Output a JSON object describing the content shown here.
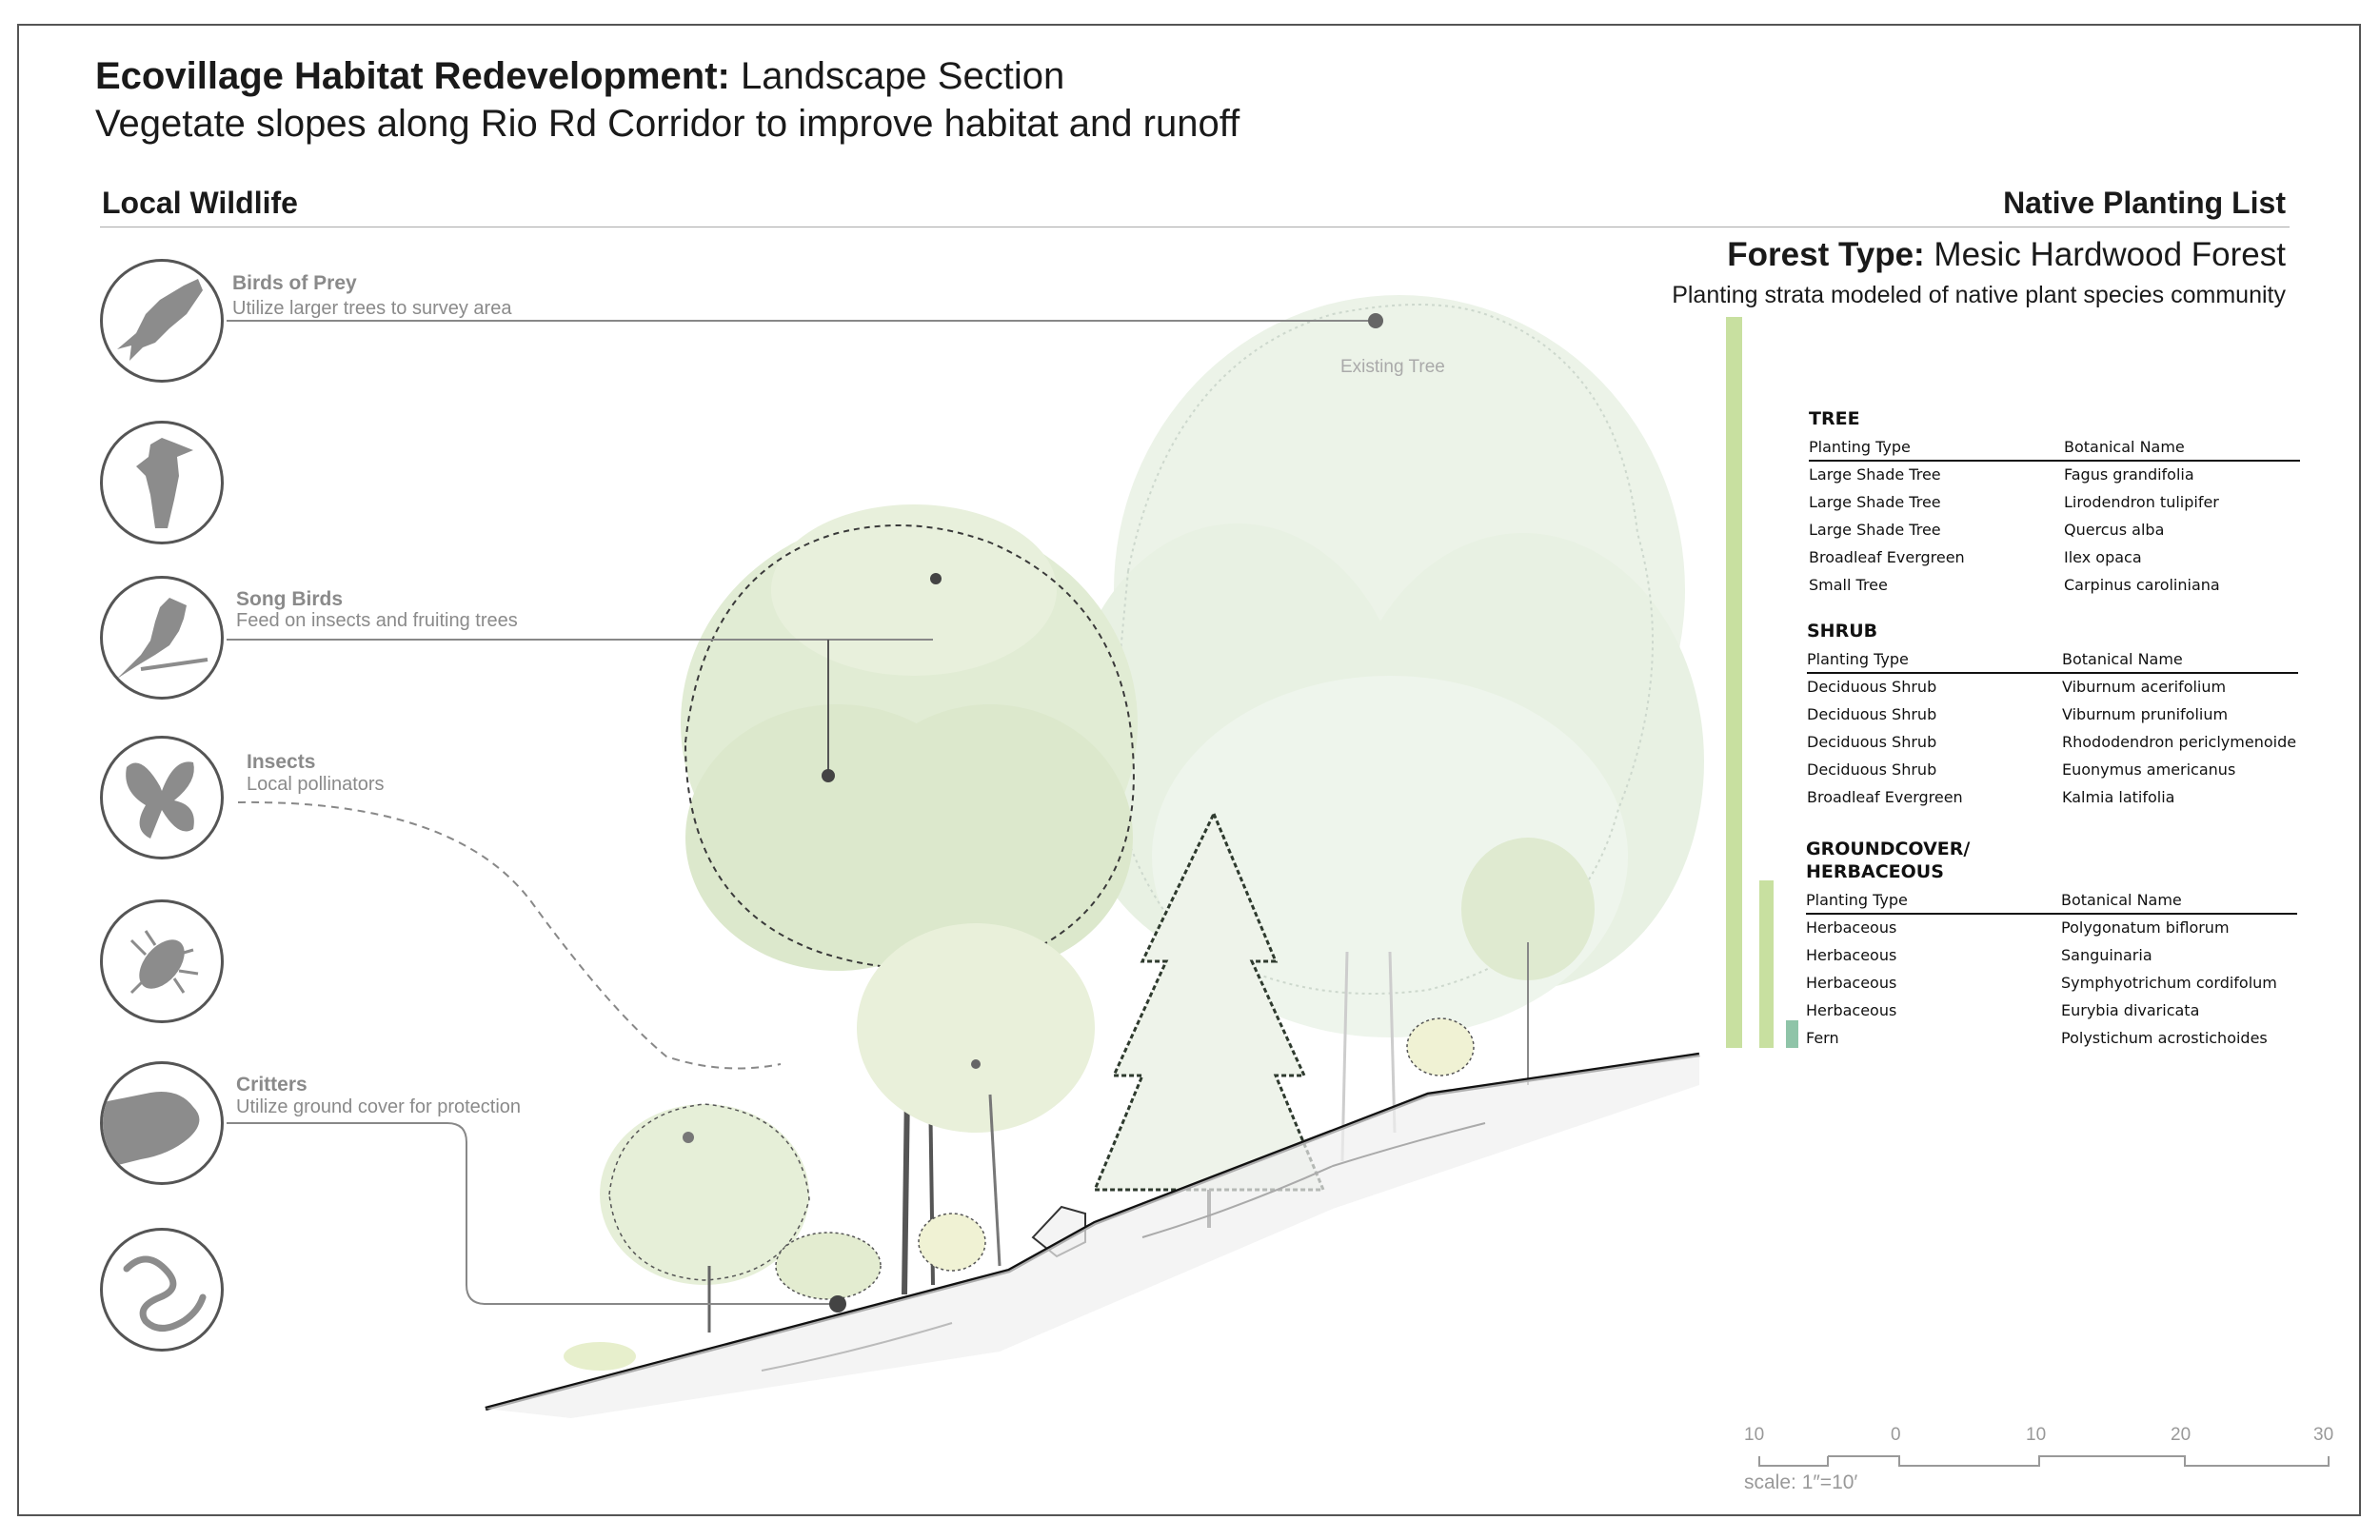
{
  "header": {
    "title_bold": "Ecovillage Habitat Redevelopment:",
    "title_rest": " Landscape Section",
    "subtitle": "Vegetate slopes along Rio Rd Corridor to improve habitat and runoff",
    "left_heading": "Local Wildlife",
    "right_heading": "Native Planting List",
    "forest_type_label": "Forest Type:",
    "forest_type_value": " Mesic Hardwood Forest",
    "strata_note": "Planting strata modeled  of native plant species community"
  },
  "wildlife": [
    {
      "name": "Birds of Prey",
      "desc": "Utilize larger trees to survey area",
      "icon": "hawk-icon"
    },
    {
      "name": "",
      "desc": "",
      "icon": "woodpecker-icon"
    },
    {
      "name": "Song Birds",
      "desc": "Feed on insects and fruiting trees",
      "icon": "songbird-icon"
    },
    {
      "name": "Insects",
      "desc": "Local pollinators",
      "icon": "butterfly-icon"
    },
    {
      "name": "",
      "desc": "",
      "icon": "beetle-icon"
    },
    {
      "name": "Critters",
      "desc": "Utilize ground cover for protection",
      "icon": "frog-icon"
    },
    {
      "name": "",
      "desc": "",
      "icon": "snake-icon"
    }
  ],
  "section_labels": {
    "existing_tree": "Existing Tree"
  },
  "planting_list": {
    "col_type": "Planting Type",
    "col_botanical": "Botanical Name",
    "tree": {
      "title": "TREE",
      "rows": [
        {
          "type": "Large Shade Tree",
          "name": "Fagus grandifolia"
        },
        {
          "type": "Large Shade Tree",
          "name": "Lirodendron tulipifer"
        },
        {
          "type": "Large Shade Tree",
          "name": "Quercus alba"
        },
        {
          "type": "Broadleaf Evergreen",
          "name": "Ilex opaca"
        },
        {
          "type": "Small Tree",
          "name": "Carpinus caroliniana"
        }
      ]
    },
    "shrub": {
      "title": "SHRUB",
      "rows": [
        {
          "type": "Deciduous Shrub",
          "name": "Viburnum acerifolium"
        },
        {
          "type": "Deciduous Shrub",
          "name": "Viburnum prunifolium"
        },
        {
          "type": "Deciduous Shrub",
          "name": "Rhododendron periclymenoide"
        },
        {
          "type": "Deciduous Shrub",
          "name": "Euonymus americanus"
        },
        {
          "type": "Broadleaf Evergreen",
          "name": "Kalmia latifolia"
        }
      ]
    },
    "groundcover": {
      "title_line1": "GROUNDCOVER/",
      "title_line2": "HERBACEOUS",
      "rows": [
        {
          "type": "Herbaceous",
          "name": "Polygonatum biflorum"
        },
        {
          "type": "Herbaceous",
          "name": "Sanguinaria"
        },
        {
          "type": "Herbaceous",
          "name": "Symphyotrichum cordifolum"
        },
        {
          "type": "Herbaceous",
          "name": "Eurybia divaricata"
        },
        {
          "type": "Fern",
          "name": "Polystichum acrostichoides"
        }
      ]
    }
  },
  "scale_bar": {
    "ticks": [
      "10",
      "0",
      "10",
      "20",
      "30"
    ],
    "label": "scale: 1″=10′"
  },
  "colors": {
    "strata_green": "#c8e0a0",
    "strata_teal": "#8fc4a8",
    "tree_fill": "#e4efd6",
    "existing_tree_fill": "#eaf2e6",
    "icon_gray": "#8c8c8c",
    "label_gray": "#8a8a8a"
  }
}
